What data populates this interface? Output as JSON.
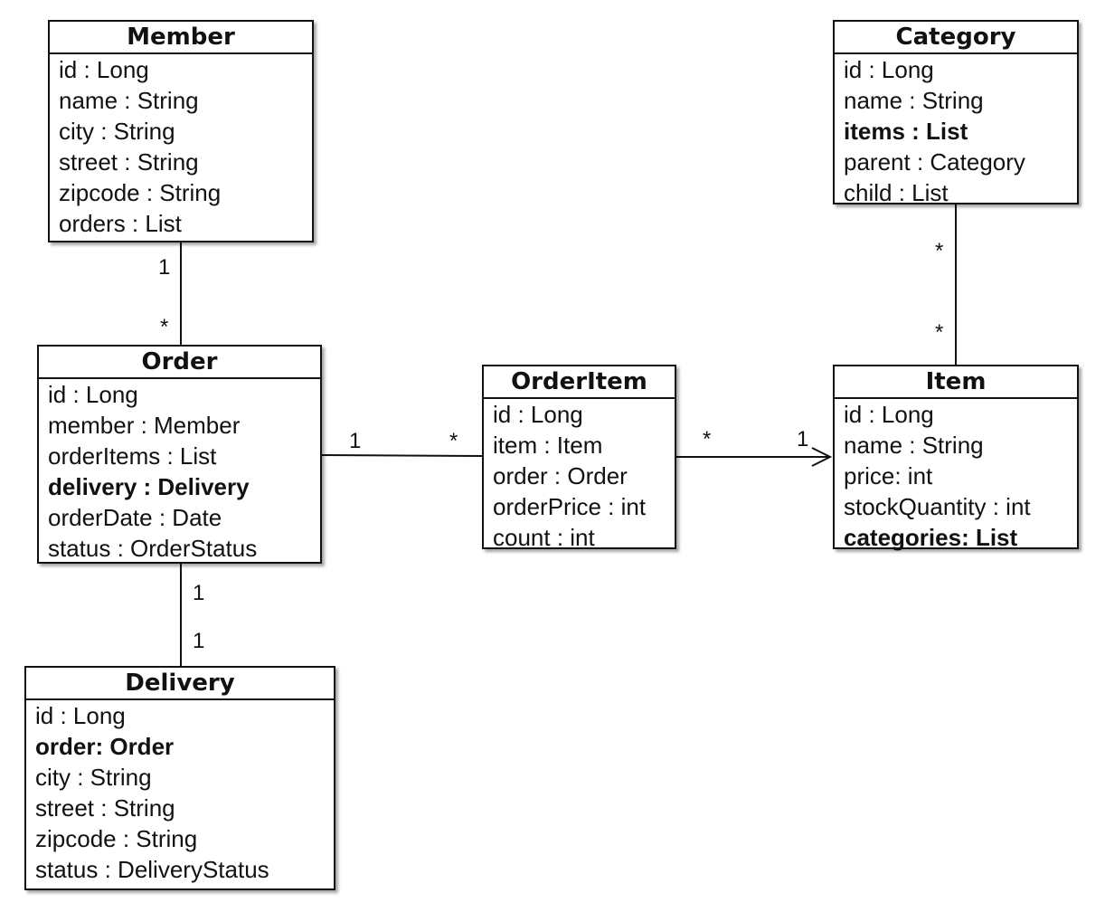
{
  "classes": {
    "member": {
      "name": "Member",
      "attributes": [
        {
          "text": "id : Long",
          "bold": false
        },
        {
          "text": "name : String",
          "bold": false
        },
        {
          "text": "city : String",
          "bold": false
        },
        {
          "text": "street : String",
          "bold": false
        },
        {
          "text": "zipcode : String",
          "bold": false
        },
        {
          "text": "orders : List",
          "bold": false
        }
      ]
    },
    "category": {
      "name": "Category",
      "attributes": [
        {
          "text": "id : Long",
          "bold": false
        },
        {
          "text": "name : String",
          "bold": false
        },
        {
          "text": "items : List",
          "bold": true
        },
        {
          "text": "parent : Category",
          "bold": false
        },
        {
          "text": "child : List",
          "bold": false
        }
      ]
    },
    "order": {
      "name": "Order",
      "attributes": [
        {
          "text": "id : Long",
          "bold": false
        },
        {
          "text": "member : Member",
          "bold": false
        },
        {
          "text": "orderItems : List",
          "bold": false
        },
        {
          "text": "delivery : Delivery",
          "bold": true
        },
        {
          "text": "orderDate : Date",
          "bold": false
        },
        {
          "text": "status : OrderStatus",
          "bold": false
        }
      ]
    },
    "orderitem": {
      "name": "OrderItem",
      "attributes": [
        {
          "text": "id : Long",
          "bold": false
        },
        {
          "text": "item : Item",
          "bold": false
        },
        {
          "text": "order : Order",
          "bold": false
        },
        {
          "text": "orderPrice : int",
          "bold": false
        },
        {
          "text": "count : int",
          "bold": false
        }
      ]
    },
    "item": {
      "name": "Item",
      "attributes": [
        {
          "text": "id : Long",
          "bold": false
        },
        {
          "text": "name : String",
          "bold": false
        },
        {
          "text": "price: int",
          "bold": false
        },
        {
          "text": "stockQuantity : int",
          "bold": false
        },
        {
          "text": "categories: List",
          "bold": true
        }
      ]
    },
    "delivery": {
      "name": "Delivery",
      "attributes": [
        {
          "text": "id : Long",
          "bold": false
        },
        {
          "text": "order: Order",
          "bold": true
        },
        {
          "text": "city : String",
          "bold": false
        },
        {
          "text": "street : String",
          "bold": false
        },
        {
          "text": "zipcode : String",
          "bold": false
        },
        {
          "text": "status : DeliveryStatus",
          "bold": false
        }
      ]
    }
  },
  "relations": {
    "member_order": {
      "source_mult": "1",
      "target_mult": "*"
    },
    "order_delivery": {
      "source_mult": "1",
      "target_mult": "1"
    },
    "order_orderitem": {
      "source_mult": "1",
      "target_mult": "*"
    },
    "orderitem_item": {
      "source_mult": "*",
      "target_mult": "1"
    },
    "category_item": {
      "source_mult": "*",
      "target_mult": "*"
    }
  }
}
